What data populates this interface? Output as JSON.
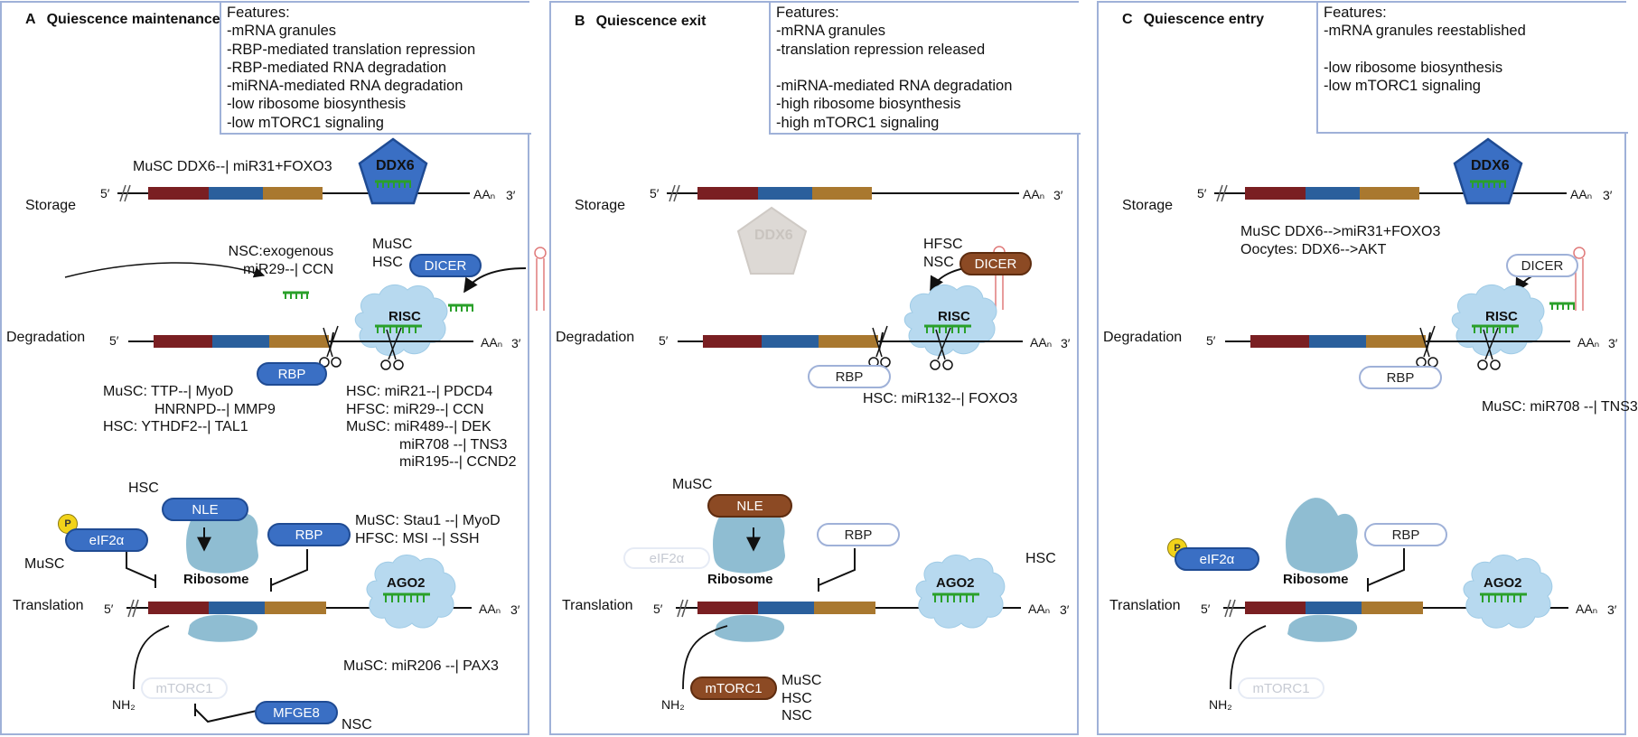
{
  "panels": {
    "a": {
      "letter": "A",
      "title": "Quiescence maintenance",
      "features": [
        "Features:",
        "-mRNA granules",
        "-RBP-mediated translation repression",
        "-RBP-mediated RNA degradation",
        "-miRNA-mediated RNA degradation",
        "-low ribosome biosynthesis",
        "-low mTORC1 signaling"
      ],
      "storage_label": "Storage",
      "degradation_label": "Degradation",
      "translation_label": "Translation",
      "five_prime": "5′",
      "three_prime": "3′",
      "poly_a": "AAₙ",
      "storage_note": "MuSC DDX6--| miR31+FOXO3",
      "ddx6": "DDX6",
      "nsc_note": [
        "NSC:exogenous",
        "miR29--| CCN"
      ],
      "dicer_cells": [
        "MuSC",
        "HSC"
      ],
      "dicer": "DICER",
      "risc": "RISC",
      "rbp": "RBP",
      "rbp_notes": [
        "MuSC: TTP--| MyoD",
        "HNRNPD--| MMP9",
        "HSC: YTHDF2--| TAL1"
      ],
      "mirna_notes": [
        "HSC: miR21--| PDCD4",
        "HFSC: miR29--| CCN",
        "MuSC: miR489--| DEK",
        "miR708 --| TNS3",
        "miR195--| CCND2"
      ],
      "nle_cell": "HSC",
      "nle": "NLE",
      "eif2a": "eIF2α",
      "eif2a_cell": "MuSC",
      "p": "P",
      "ribosome": "Ribosome",
      "rbp2": "RBP",
      "rbp2_notes": [
        "MuSC: Stau1 --| MyoD",
        "HFSC: MSI --| SSH"
      ],
      "ago2": "AGO2",
      "ago2_note": "MuSC: miR206 --| PAX3",
      "mtorc1": "mTORC1",
      "mfge8": "MFGE8",
      "mfge8_cell": "NSC",
      "nh2": "NH₂"
    },
    "b": {
      "letter": "B",
      "title": "Quiescence exit",
      "features": [
        "Features:",
        "-mRNA granules",
        "-translation repression released",
        "",
        "-miRNA-mediated RNA degradation",
        "-high ribosome biosynthesis",
        "-high mTORC1 signaling"
      ],
      "storage_label": "Storage",
      "degradation_label": "Degradation",
      "translation_label": "Translation",
      "five_prime": "5′",
      "three_prime": "3′",
      "poly_a": "AAₙ",
      "ddx6": "DDX6",
      "dicer_cells": [
        "HFSC",
        "NSC"
      ],
      "dicer": "DICER",
      "risc": "RISC",
      "rbp": "RBP",
      "mirna_note": "HSC: miR132--| FOXO3",
      "nle_cell": "MuSC",
      "nle": "NLE",
      "eif2a": "eIF2α",
      "ribosome": "Ribosome",
      "rbp2": "RBP",
      "ago2": "AGO2",
      "ago2_cell": "HSC",
      "mtorc1": "mTORC1",
      "mtorc1_cells": [
        "MuSC",
        "HSC",
        "NSC"
      ],
      "nh2": "NH₂"
    },
    "c": {
      "letter": "C",
      "title": "Quiescence entry",
      "features": [
        "Features:",
        "-mRNA granules reestablished",
        "",
        "-low ribosome biosynthesis",
        "-low mTORC1 signaling"
      ],
      "storage_label": "Storage",
      "degradation_label": "Degradation",
      "translation_label": "Translation",
      "five_prime": "5′",
      "three_prime": "3′",
      "poly_a": "AAₙ",
      "ddx6": "DDX6",
      "storage_notes": [
        "MuSC DDX6-->miR31+FOXO3",
        "Oocytes: DDX6-->AKT"
      ],
      "dicer": "DICER",
      "risc": "RISC",
      "rbp": "RBP",
      "mirna_note": "MuSC: miR708 --| TNS3",
      "eif2a": "eIF2α",
      "p": "P",
      "ribosome": "Ribosome",
      "rbp2": "RBP",
      "ago2": "AGO2",
      "mtorc1": "mTORC1",
      "nh2": "NH₂"
    }
  },
  "colors": {
    "panel_border": "#9fb1d8",
    "utr5": "#7a1f22",
    "cds": "#2a5f9c",
    "utr3": "#a9782f",
    "pill_blue": "#3a6fc4",
    "pill_brown": "#8c4a24",
    "cloud": "#b7d9ef",
    "ribosome": "#8fbdd2",
    "mirna": "#2aa02a",
    "hairpin": "#e07a7a"
  }
}
